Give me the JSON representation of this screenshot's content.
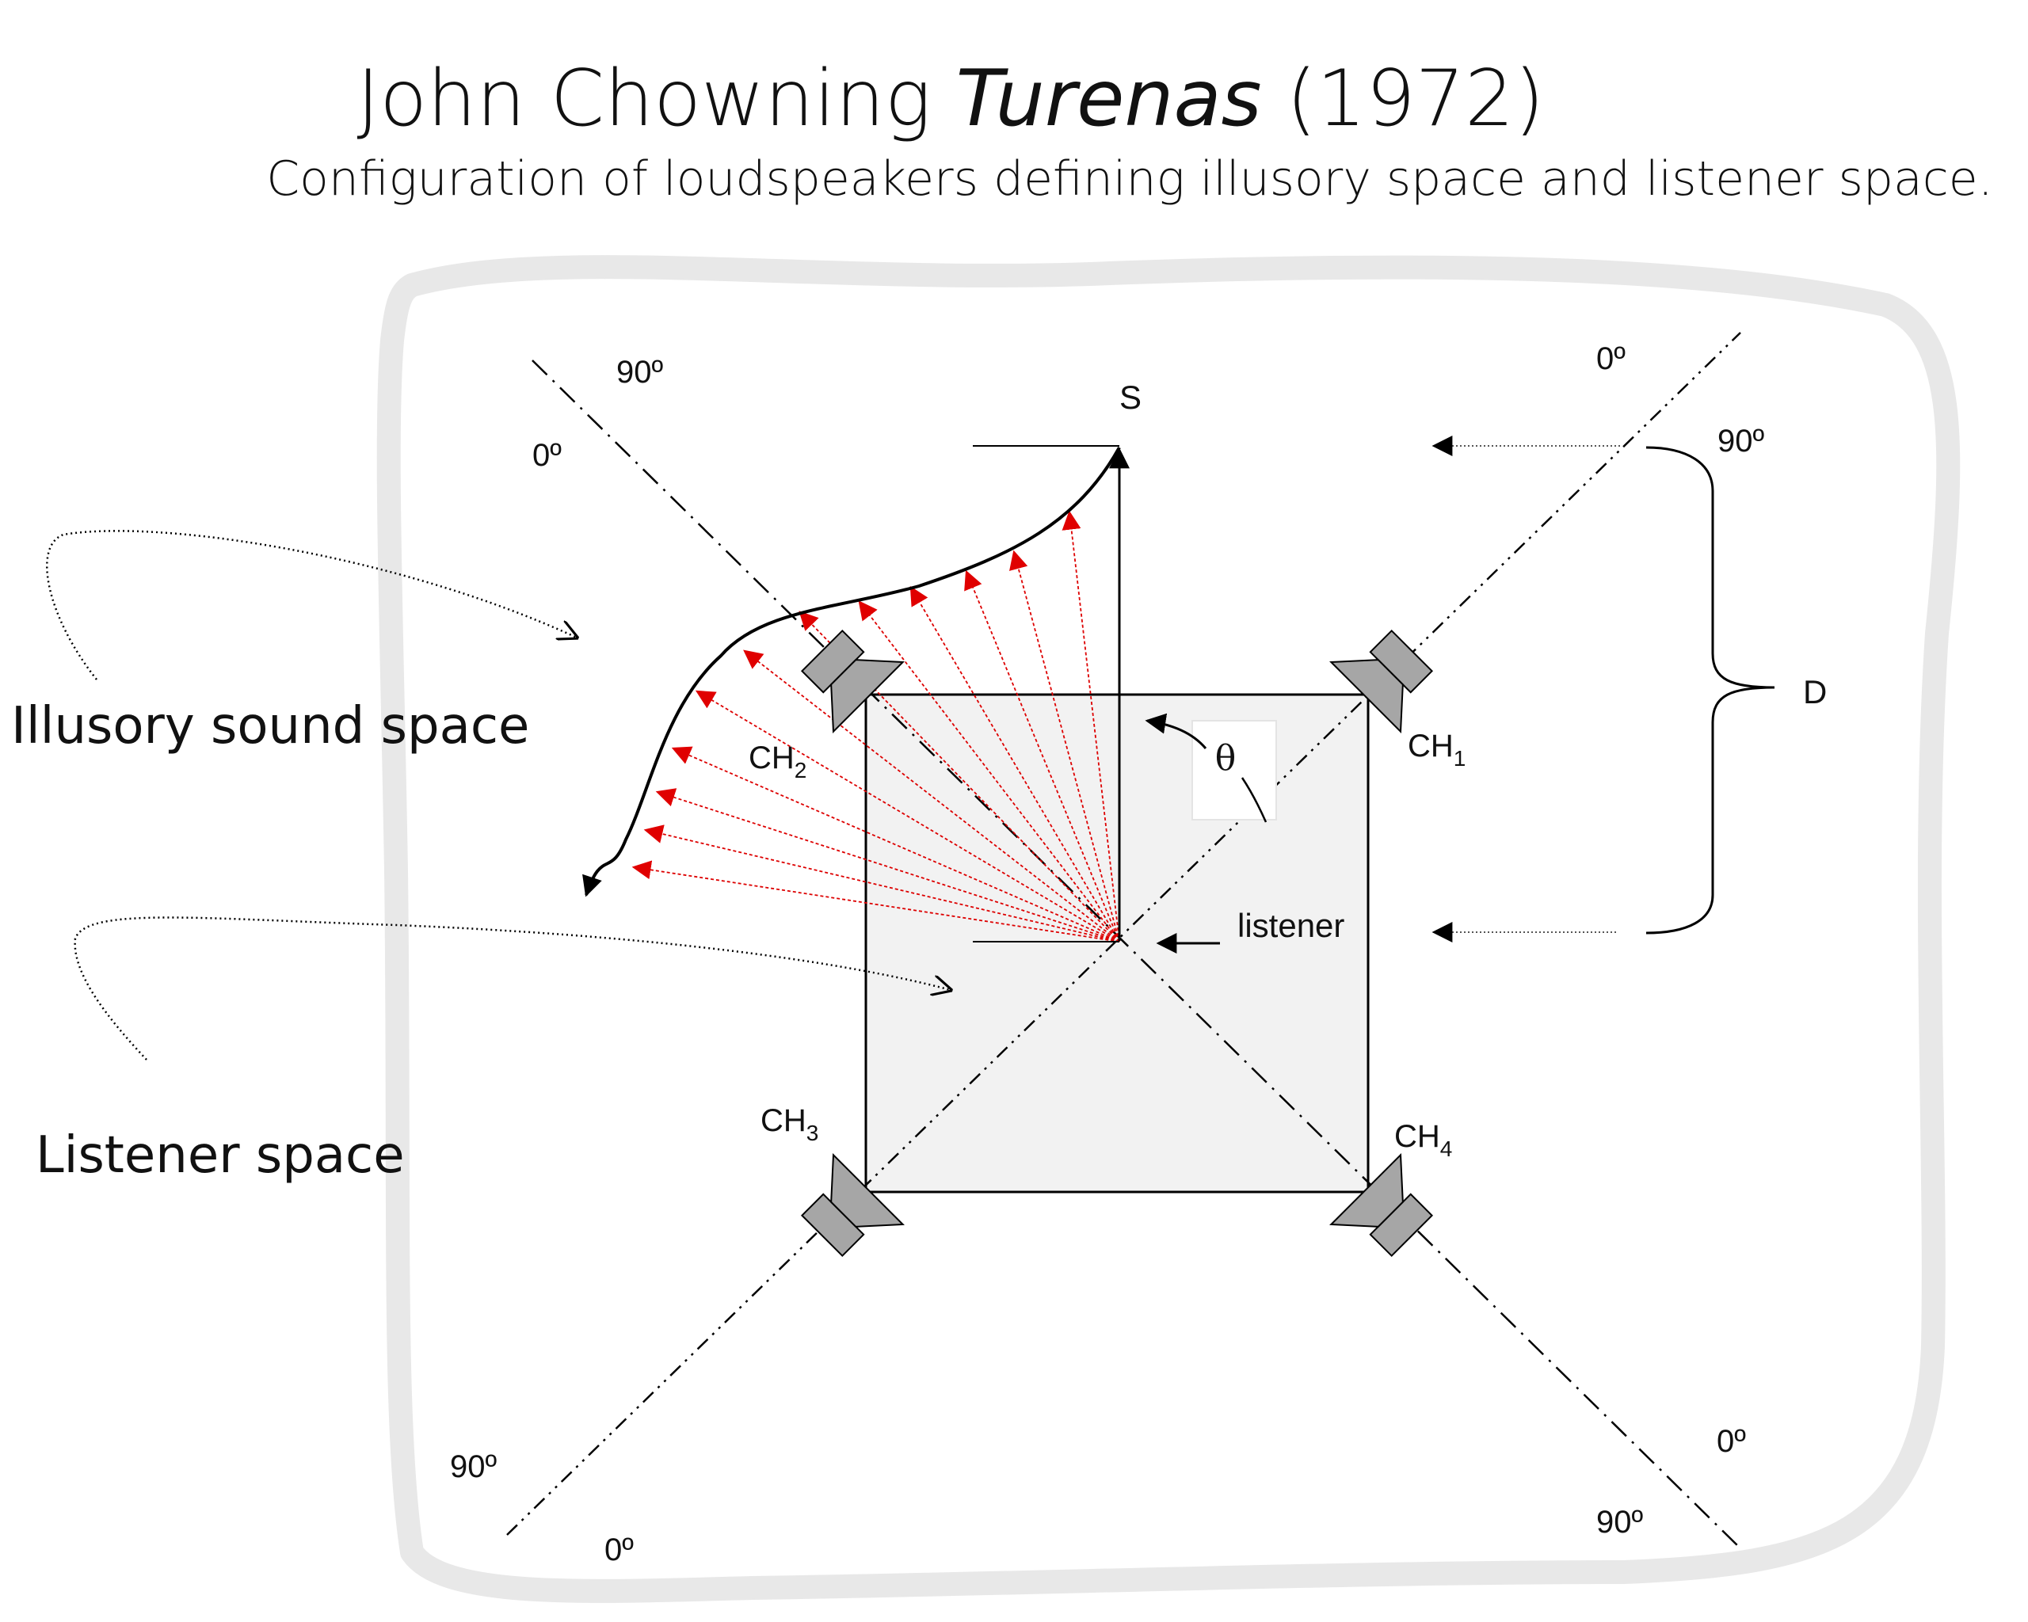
{
  "title": {
    "main": "John Chowning ",
    "italic": "Turenas",
    "year": " (1972)",
    "subtitle": "Configuration of loudspeakers defining illusory space and listener space."
  },
  "labels": {
    "illusory_space": "Illusory sound space",
    "listener_space": "Listener space",
    "source": "S",
    "distance": "D",
    "theta": "θ",
    "listener": "listener"
  },
  "channels": {
    "ch1": {
      "base": "CH",
      "sub": "1"
    },
    "ch2": {
      "base": "CH",
      "sub": "2"
    },
    "ch3": {
      "base": "CH",
      "sub": "3"
    },
    "ch4": {
      "base": "CH",
      "sub": "4"
    }
  },
  "angles": {
    "zero": "0º",
    "ninety": "90º"
  },
  "colors": {
    "path_arrows": "#dd0000",
    "speaker_fill": "#a6a6a6",
    "listener_square": "#f2f2f2",
    "room_outline": "#e8e8e8"
  }
}
